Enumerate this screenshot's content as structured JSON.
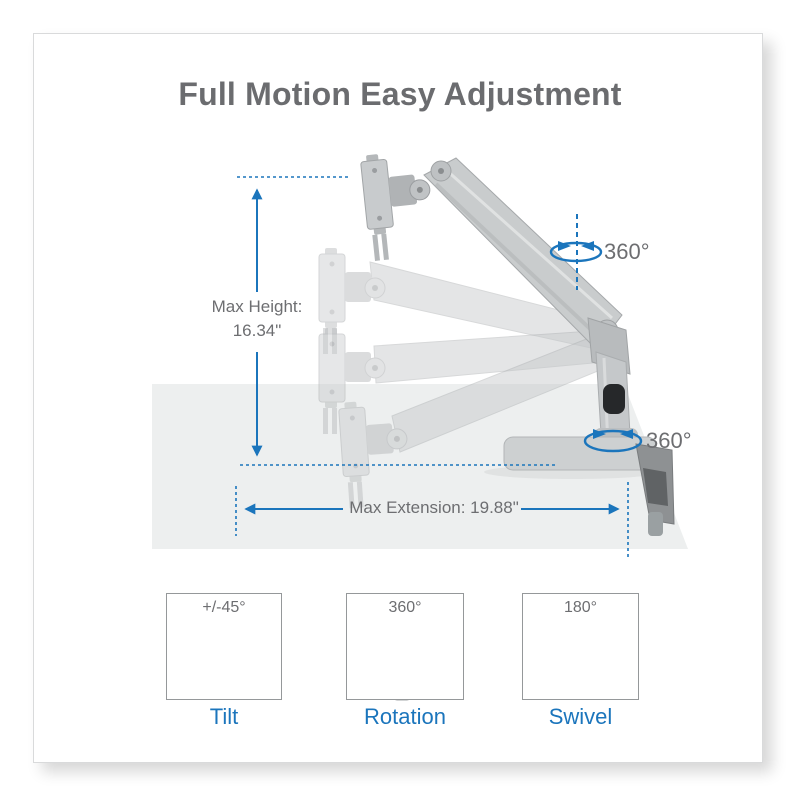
{
  "title": "Full Motion Easy Adjustment",
  "annotations": {
    "max_height_line1": "Max Height:",
    "max_height_line2": "16.34\"",
    "max_extension": "Max Extension: 19.88\"",
    "arm_rotation_top": "360°",
    "base_rotation": "360°"
  },
  "features": [
    {
      "range": "+/-45°",
      "label": "Tilt"
    },
    {
      "range": "360°",
      "label": "Rotation"
    },
    {
      "range": "180°",
      "label": "Swivel"
    }
  ],
  "colors": {
    "accent_blue": "#1b75bc",
    "text_gray": "#6d6e71",
    "desk_gray": "#edefef",
    "arm_gray": "#c6c9cb"
  }
}
